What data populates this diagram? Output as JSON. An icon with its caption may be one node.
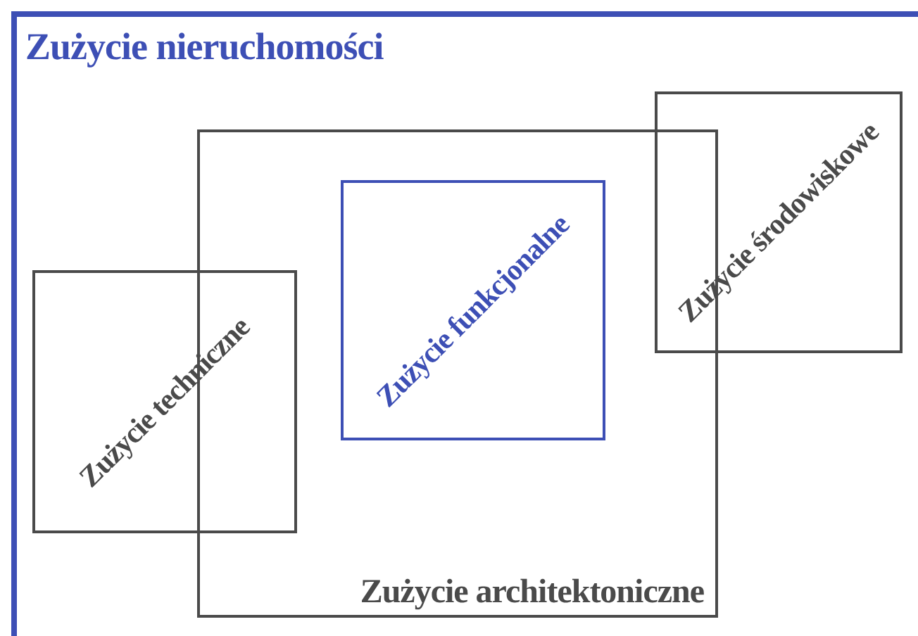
{
  "diagram": {
    "nodes": [
      {
        "text": [
          "Zużycie nieruchomości"
        ]
      },
      {
        "text": [
          "Zużycie architektoniczne"
        ],
        "in": 0
      },
      {
        "text": [
          "Zużycie techniczne"
        ],
        "in": 0
      },
      {
        "text": [
          "Zużycie funkcjonalne"
        ],
        "in": 1
      },
      {
        "text": [
          "Zużycie środowiskowe"
        ],
        "in": 0
      }
    ]
  }
}
